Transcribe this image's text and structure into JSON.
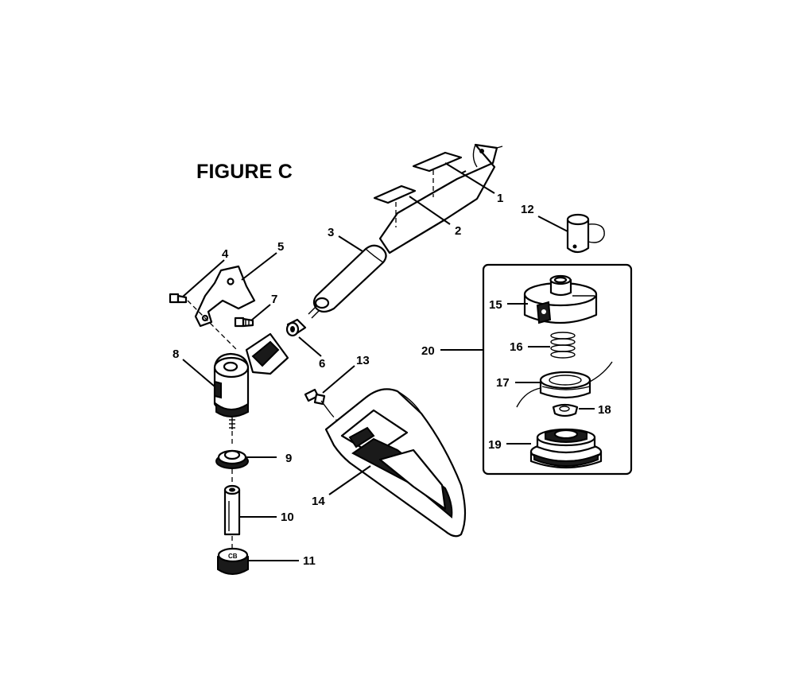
{
  "figure_title": "FIGURE C",
  "parts": [
    {
      "key": "p1",
      "number": "1"
    },
    {
      "key": "p2",
      "number": "2"
    },
    {
      "key": "p3",
      "number": "3"
    },
    {
      "key": "p4",
      "number": "4"
    },
    {
      "key": "p5",
      "number": "5"
    },
    {
      "key": "p6",
      "number": "6"
    },
    {
      "key": "p7",
      "number": "7"
    },
    {
      "key": "p8",
      "number": "8"
    },
    {
      "key": "p9",
      "number": "9"
    },
    {
      "key": "p10",
      "number": "10"
    },
    {
      "key": "p11",
      "number": "11"
    },
    {
      "key": "p12",
      "number": "12"
    },
    {
      "key": "p13",
      "number": "13"
    },
    {
      "key": "p14",
      "number": "14"
    },
    {
      "key": "p15",
      "number": "15"
    },
    {
      "key": "p16",
      "number": "16"
    },
    {
      "key": "p17",
      "number": "17"
    },
    {
      "key": "p18",
      "number": "18"
    },
    {
      "key": "p19",
      "number": "19"
    },
    {
      "key": "p20",
      "number": "20"
    }
  ],
  "colors": {
    "ink": "#000000",
    "paper": "#ffffff"
  }
}
